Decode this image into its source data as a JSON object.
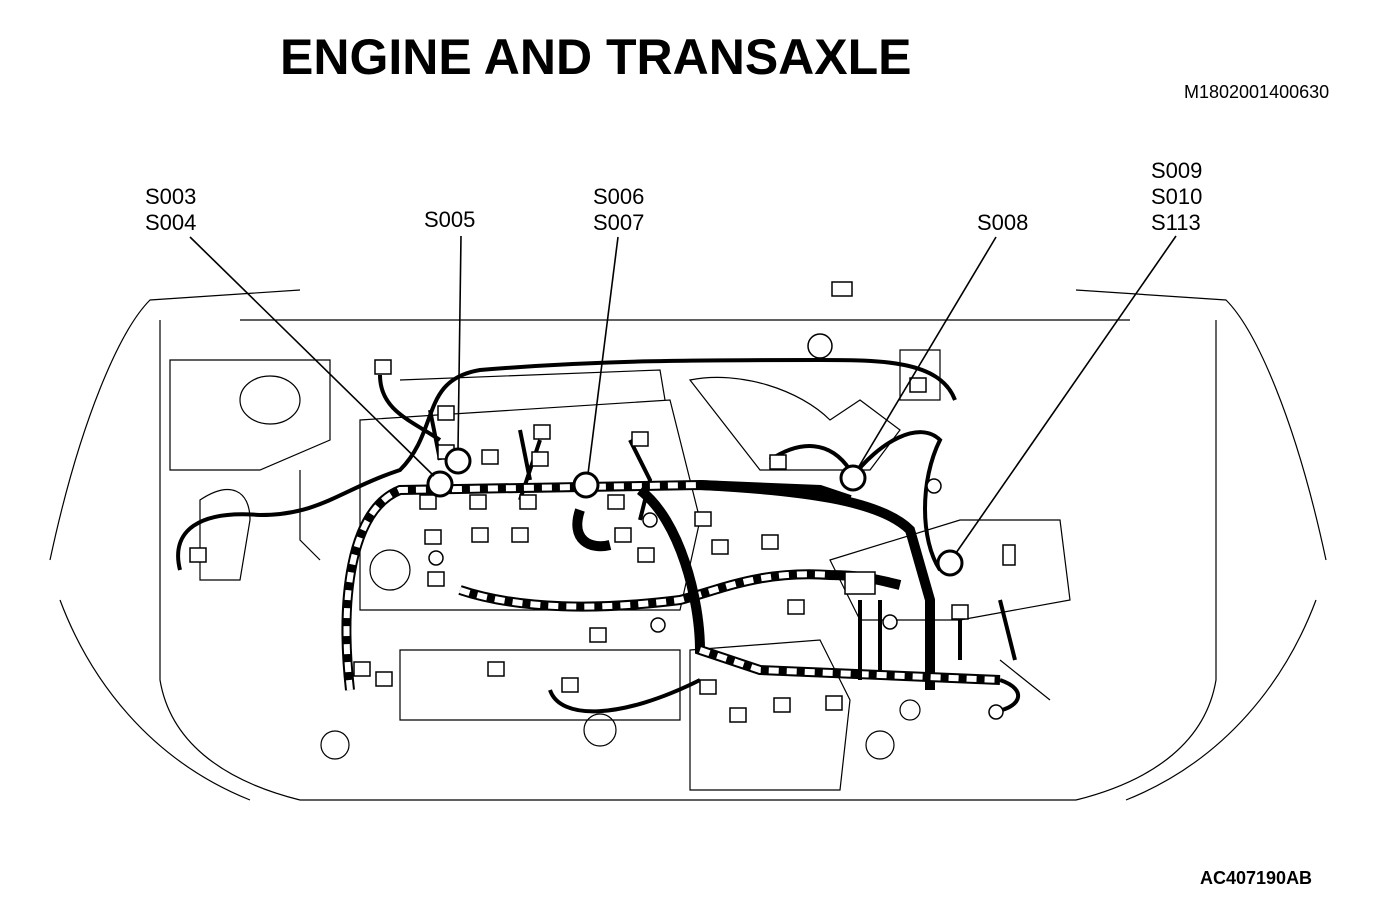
{
  "title": "ENGINE AND TRANSAXLE",
  "document_code": "M1802001400630",
  "figure_code": "AC407190AB",
  "callouts": [
    {
      "lines": [
        "S003",
        "S004"
      ]
    },
    {
      "lines": [
        "S005"
      ]
    },
    {
      "lines": [
        "S006",
        "S007"
      ]
    },
    {
      "lines": [
        "S008"
      ]
    },
    {
      "lines": [
        "S009",
        "S010",
        "S113"
      ]
    }
  ]
}
